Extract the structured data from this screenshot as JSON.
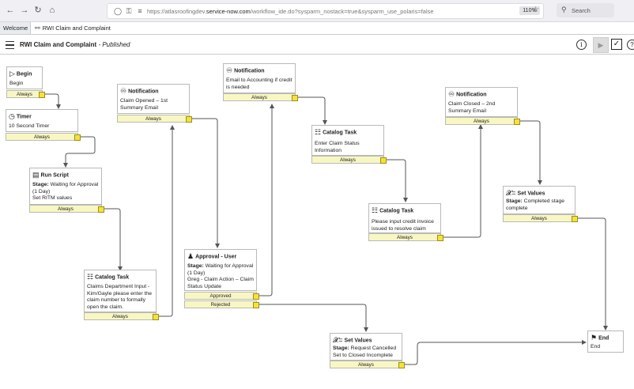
{
  "browser": {
    "url_prefix": "https://atlasroofingdev.",
    "url_domain": "service-now.com",
    "url_path": "/workflow_ide.do?sysparm_nostack=true&sysparm_use_polaris=false",
    "zoom": "110%",
    "search_placeholder": "Search"
  },
  "tabs": {
    "welcome": "Welcome",
    "workflow": "RWI Claim and Complaint"
  },
  "header": {
    "title": "RWI Claim and Complaint",
    "status": "- Published"
  },
  "nodes": {
    "begin": {
      "title": "Begin",
      "body": "Begin",
      "exit": "Always"
    },
    "timer": {
      "title": "Timer",
      "body": "10 Second Timer",
      "exit": "Always"
    },
    "run_script": {
      "title": "Run Script",
      "stage_label": "Stage:",
      "stage": "Waiting for Approval (1 Day)",
      "body": "Set RITM values",
      "exit": "Always"
    },
    "notif1": {
      "title": "Notification",
      "body": "Claim Opened – 1st Summary Email",
      "exit": "Always"
    },
    "catalog1": {
      "title": "Catalog Task",
      "body": "Claims Department Input - Kim/Gayle please enter the claim number to formally open the claim.",
      "exit": "Always"
    },
    "approval": {
      "title": "Approval - User",
      "stage_label": "Stage:",
      "stage": "Waiting for Approval (1 Day)",
      "body": "Greg - Claim Action – Claim Status Update",
      "exit1": "Approved",
      "exit2": "Rejected"
    },
    "notif2": {
      "title": "Notification",
      "body": "Email to Accounting if credit is needed",
      "exit": "Always"
    },
    "catalog2": {
      "title": "Catalog Task",
      "body": "Enter Claim Status Information",
      "exit": "Always"
    },
    "catalog3": {
      "title": "Catalog Task",
      "body": "Please input credit invoice issued to resolve claim",
      "exit": "Always"
    },
    "notif3": {
      "title": "Notification",
      "body": "Claim Closed – 2nd Summary Email",
      "exit": "Always"
    },
    "setval1": {
      "title": "Set Values",
      "stage_label": "Stage:",
      "stage": "Completed stage complete",
      "exit": "Always"
    },
    "setval2": {
      "title": "Set Values",
      "stage_label": "Stage:",
      "stage": "Request Cancelled",
      "body": "Set to Closed Incomplete",
      "exit": "Always"
    },
    "end": {
      "title": "End",
      "body": "End"
    }
  }
}
